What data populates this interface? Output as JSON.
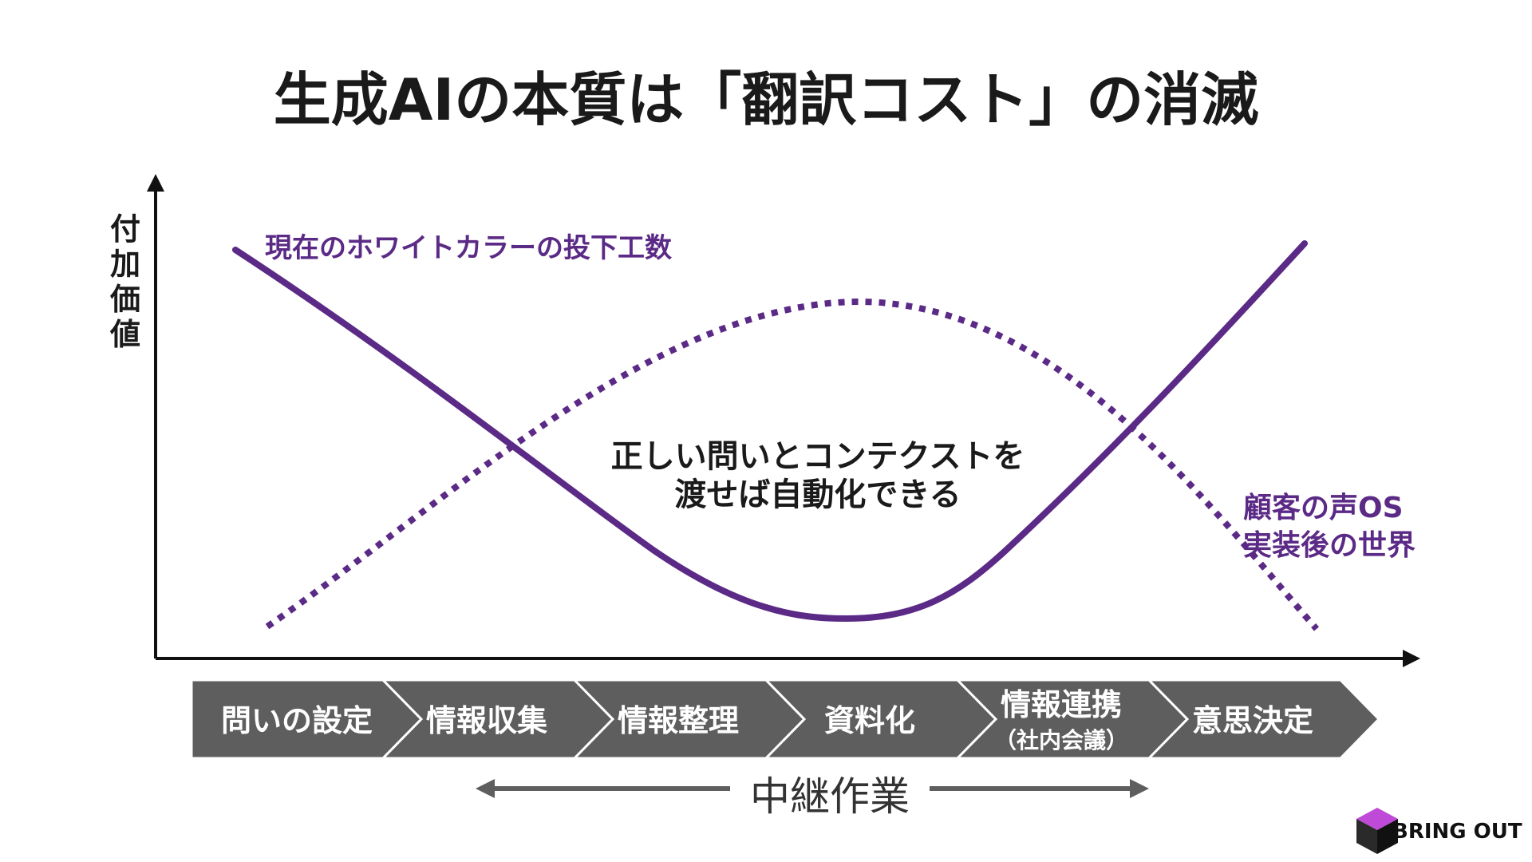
{
  "title": "生成AIの本質は「翻訳コスト」の消滅",
  "y_axis_label": "付加価値",
  "center_text": {
    "line1": "正しい問いとコンテクストを",
    "line2": "渡せば自動化できる"
  },
  "series": [
    {
      "name": "現在のホワイトカラーの投下工数",
      "style": "solid",
      "color": "#5b2a86"
    },
    {
      "name_line1": "顧客の声OS",
      "name_line2": "実装後の世界",
      "style": "dotted",
      "color": "#5b2a86"
    }
  ],
  "process_steps": [
    {
      "label": "問いの設定",
      "sub": ""
    },
    {
      "label": "情報収集",
      "sub": ""
    },
    {
      "label": "情報整理",
      "sub": ""
    },
    {
      "label": "資料化",
      "sub": ""
    },
    {
      "label": "情報連携",
      "sub": "（社内会議）"
    },
    {
      "label": "意思決定",
      "sub": ""
    }
  ],
  "relay_label": "中継作業",
  "logo": {
    "text": "BRING OUT",
    "icon": "cube-logo-icon"
  },
  "colors": {
    "accent": "#5b2a86",
    "step_fill": "#5e5e5e",
    "axis": "#111111"
  }
}
